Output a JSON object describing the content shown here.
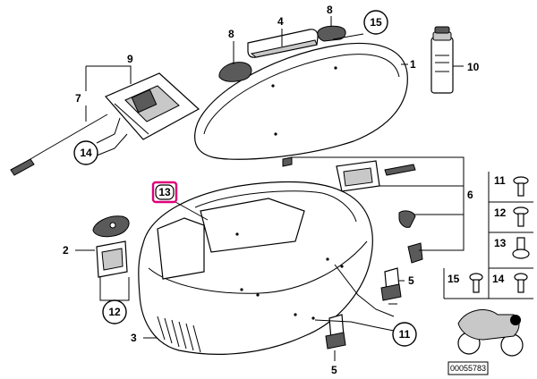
{
  "diagram": {
    "callouts": {
      "c1": "1",
      "c2": "2",
      "c3": "3",
      "c4": "4",
      "c5a": "5",
      "c5b": "5",
      "c6": "6",
      "c7": "7",
      "c8a": "8",
      "c8b": "8",
      "c9": "9",
      "c10": "10",
      "c11a": "11",
      "c12a": "12",
      "c13a": "13",
      "c14a": "14",
      "c15a": "15"
    },
    "circled": {
      "c15": "15",
      "c14": "14",
      "c12": "12",
      "c11": "11"
    },
    "highlighted": {
      "c13": "13"
    },
    "highlight_color": "#e0007a",
    "legend": {
      "k11": "11",
      "k12": "12",
      "k13": "13",
      "k14": "14",
      "k15": "15"
    },
    "code": "00055783"
  }
}
